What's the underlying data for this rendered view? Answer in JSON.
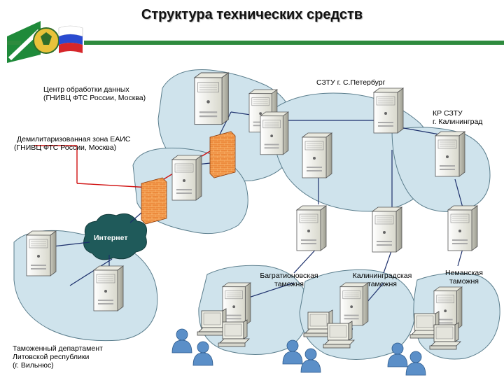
{
  "title": "Структура технических средств",
  "labels": {
    "data_center": [
      "Центр обработки данных",
      "(ГНИВЦ ФТС России, Москва)"
    ],
    "sztu": "СЗТУ г. С.Петербург",
    "kr_sztu": [
      "КР СЗТУ",
      "г. Калининград"
    ],
    "dmz": [
      "Демилитаризованная зона ЕАИС",
      "(ГНИВЦ ФТС  России, Москва)"
    ],
    "internet": "Интернет",
    "bagration": [
      "Багратионовская",
      "таможня"
    ],
    "kaliningrad_customs": [
      "Калининградская",
      "таможня"
    ],
    "neman": [
      "Неманская",
      "таможня"
    ],
    "lithuania": [
      "Таможенный департамент",
      "Литовской республики",
      "(г. Вильнюс)"
    ]
  },
  "colors": {
    "zone_fill": "#cfe3ec",
    "zone_stroke": "#5a7d8c",
    "link_line": "#1c2f6b",
    "dmz_line": "#d01010",
    "firewall": "#e8782a",
    "server_body": "#f2f2ea",
    "user_icon": "#5b8fc8"
  }
}
